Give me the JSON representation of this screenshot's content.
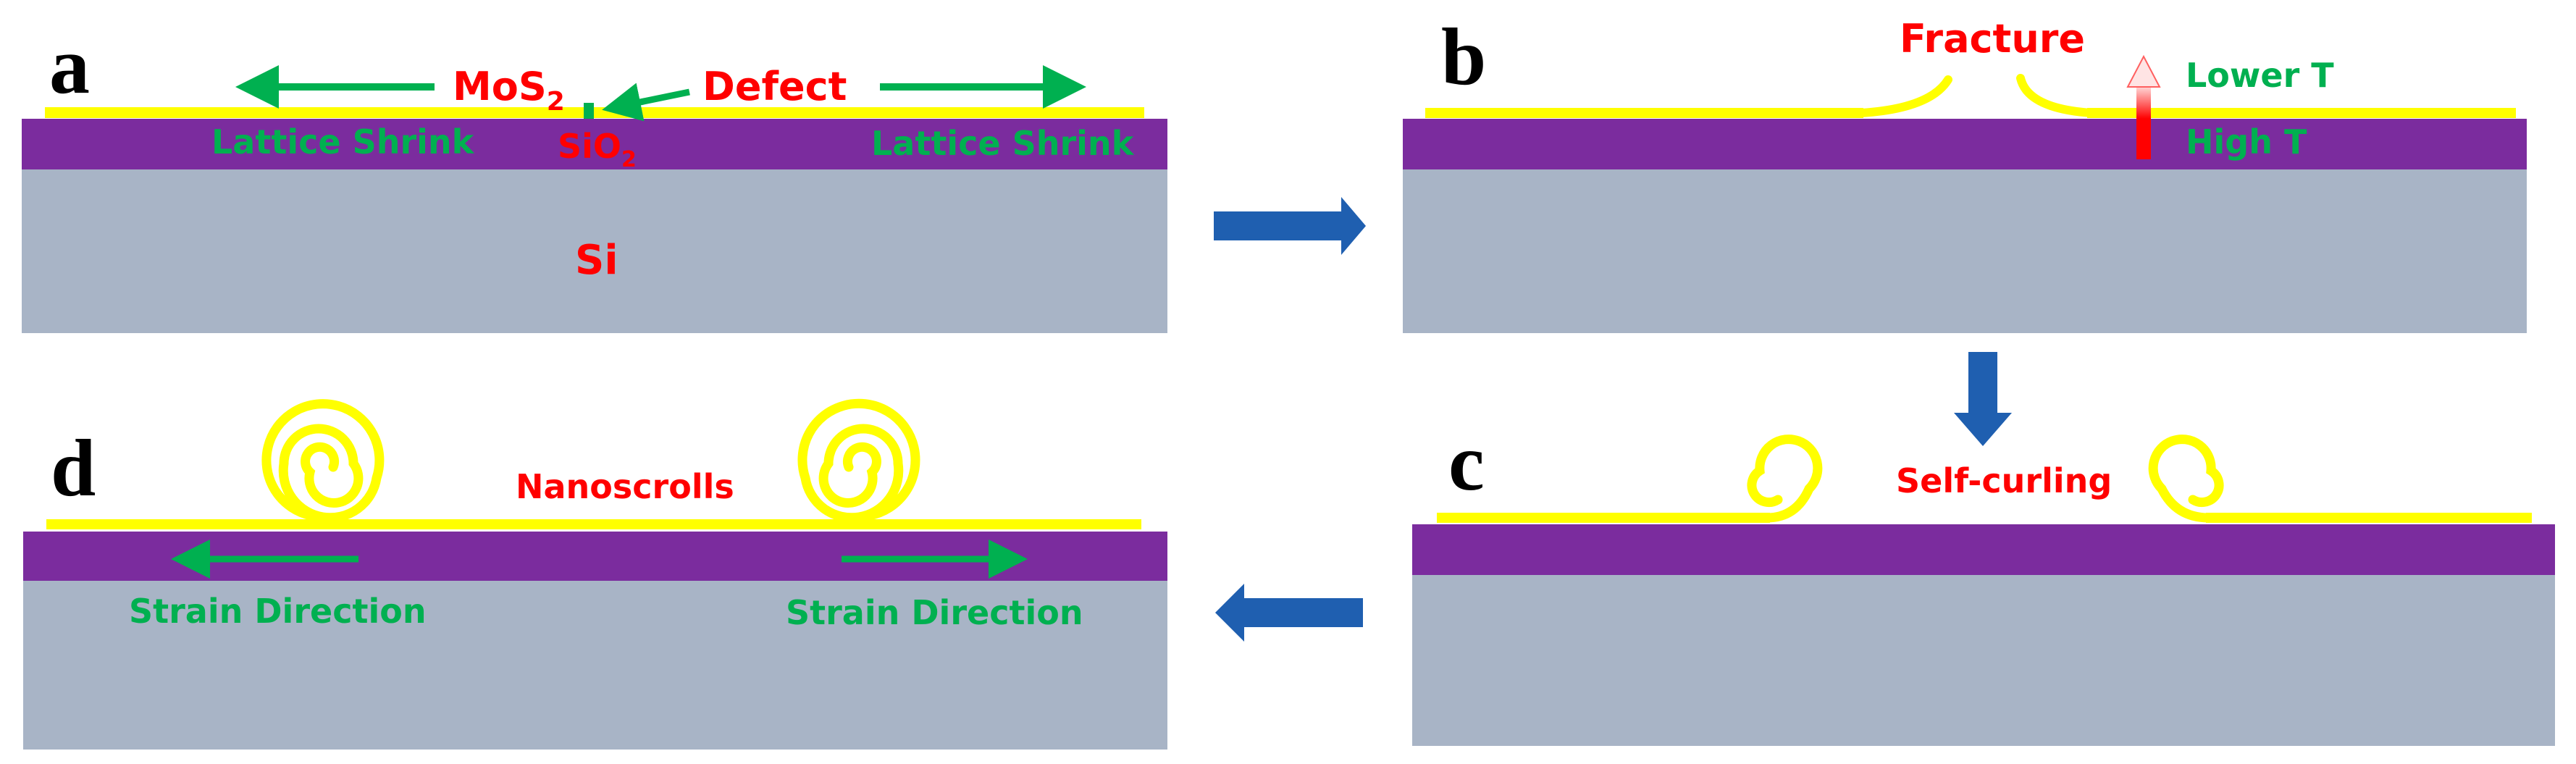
{
  "colors": {
    "si": "#A8B4C6",
    "sio2": "#7B2C9E",
    "mos2": "#FFFF00",
    "green": "#00B050",
    "red": "#FF0000",
    "blue_arrow": "#1F5FB0"
  },
  "panels": {
    "a": {
      "letter": "a",
      "mos2_base": "MoS",
      "mos2_sub": "2",
      "defect": "Defect",
      "sio2_base": "SiO",
      "sio2_sub": "2",
      "shrink_left": "Lattice Shrink",
      "shrink_right": "Lattice Shrink",
      "si": "Si"
    },
    "b": {
      "letter": "b",
      "fracture": "Fracture",
      "lower_t": "Lower T",
      "high_t": "High T"
    },
    "c": {
      "letter": "c",
      "self_curling": "Self-curling"
    },
    "d": {
      "letter": "d",
      "nanoscrolls": "Nanoscrolls",
      "strain_left": "Strain Direction",
      "strain_right": "Strain Direction"
    }
  },
  "icons": [
    "arrow-right-icon",
    "arrow-down-icon",
    "arrow-left-icon"
  ]
}
